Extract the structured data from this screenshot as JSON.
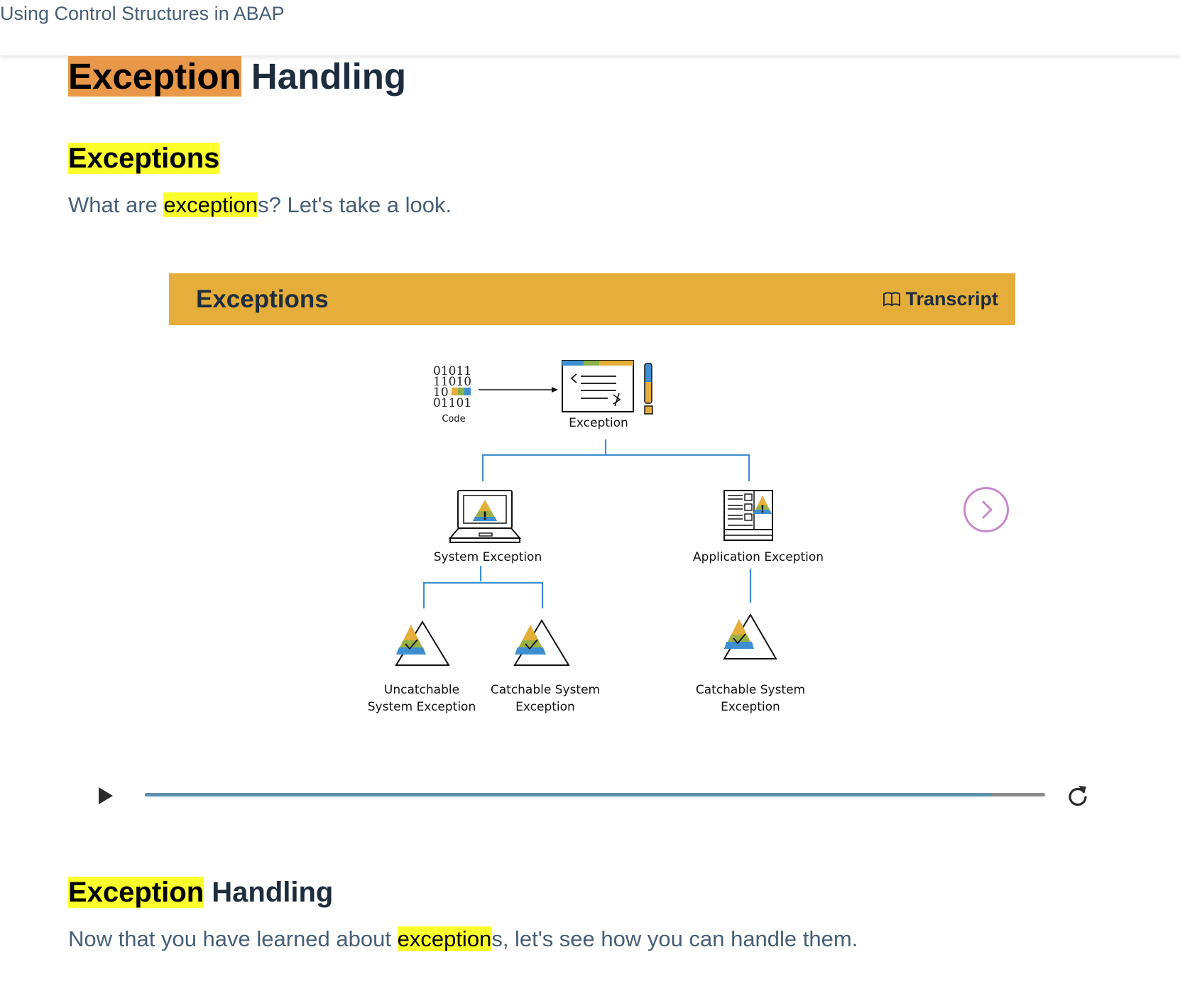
{
  "header": {
    "course_title": "Using Control Structures in ABAP"
  },
  "page_title": {
    "highlight": "Exception",
    "rest": " Handling"
  },
  "section1": {
    "heading_highlight": "Exceptions",
    "heading_rest": "",
    "intro_before": "What are ",
    "intro_highlight": "exception",
    "intro_after": "s? Let's take a look."
  },
  "media": {
    "banner_title": "Exceptions",
    "transcript_label": "Transcript",
    "progress": 0.94
  },
  "diagram": {
    "binary_lines": [
      "01011",
      "11010",
      "10",
      "01101"
    ],
    "code_label": "Code",
    "exception_label": "Exception",
    "system_exception": "System Exception",
    "application_exception": "Application Exception",
    "leaf1": [
      "Uncatchable",
      "System Exception"
    ],
    "leaf2": [
      "Catchable System",
      "Exception"
    ],
    "leaf3": [
      "Catchable System",
      "Exception"
    ]
  },
  "section2": {
    "heading_highlight": "Exception",
    "heading_rest": " Handling",
    "text_before": "Now that you have learned about ",
    "text_highlight": "exception",
    "text_after": "s, let's see how you can handle them."
  },
  "colors": {
    "banner": "#e5ae3a",
    "highlight_orange": "#e89848",
    "highlight_yellow": "#fbff2c",
    "connector_blue": "#3d8fd1",
    "next_button": "#c78ac9",
    "progress_fill": "#5b8fb3"
  },
  "icons": [
    "book-icon",
    "chevron-right-icon",
    "play-icon",
    "replay-icon",
    "laptop-icon",
    "document-icon",
    "warning-triangle-icon",
    "exclamation-icon"
  ]
}
